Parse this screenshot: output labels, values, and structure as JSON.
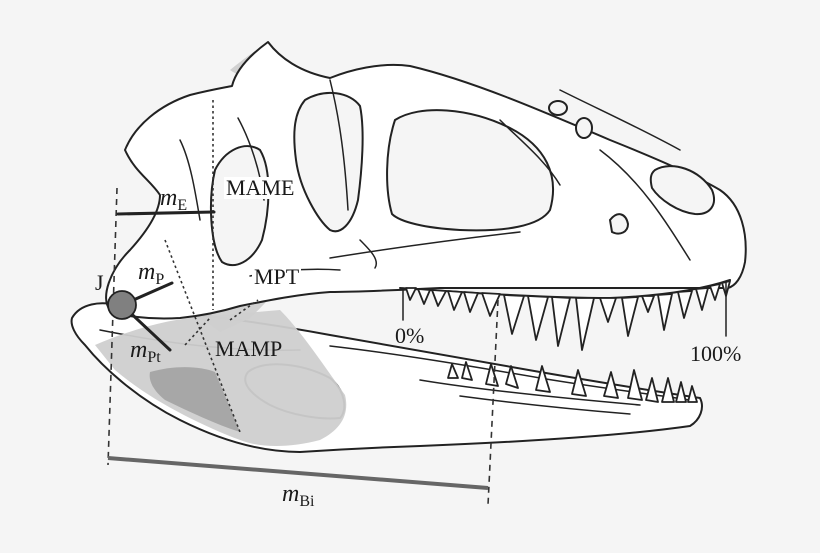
{
  "figure": {
    "subject": "theropod dinosaur skull, lateral view, with jaw adductor muscle lever arms",
    "background_color": "#f5f5f5",
    "colors": {
      "bone_fill": "#ffffff",
      "outline": "#222222",
      "muscle_light": "#cfcfcf",
      "muscle_dark": "#a7a7a7",
      "joint": "#808080",
      "bite_bar": "#666666"
    },
    "labels": {
      "joint": "J",
      "muscles": {
        "mame": "MAME",
        "mpt": "MPT",
        "mamp": "MAMP"
      },
      "moment_arms": {
        "m_e": {
          "base": "m",
          "sub": "E"
        },
        "m_p": {
          "base": "m",
          "sub": "P"
        },
        "m_pt": {
          "base": "m",
          "sub": "Pt"
        },
        "m_bi": {
          "base": "m",
          "sub": "Bi"
        }
      },
      "tooth_row": {
        "start": "0%",
        "end": "100%"
      }
    }
  }
}
